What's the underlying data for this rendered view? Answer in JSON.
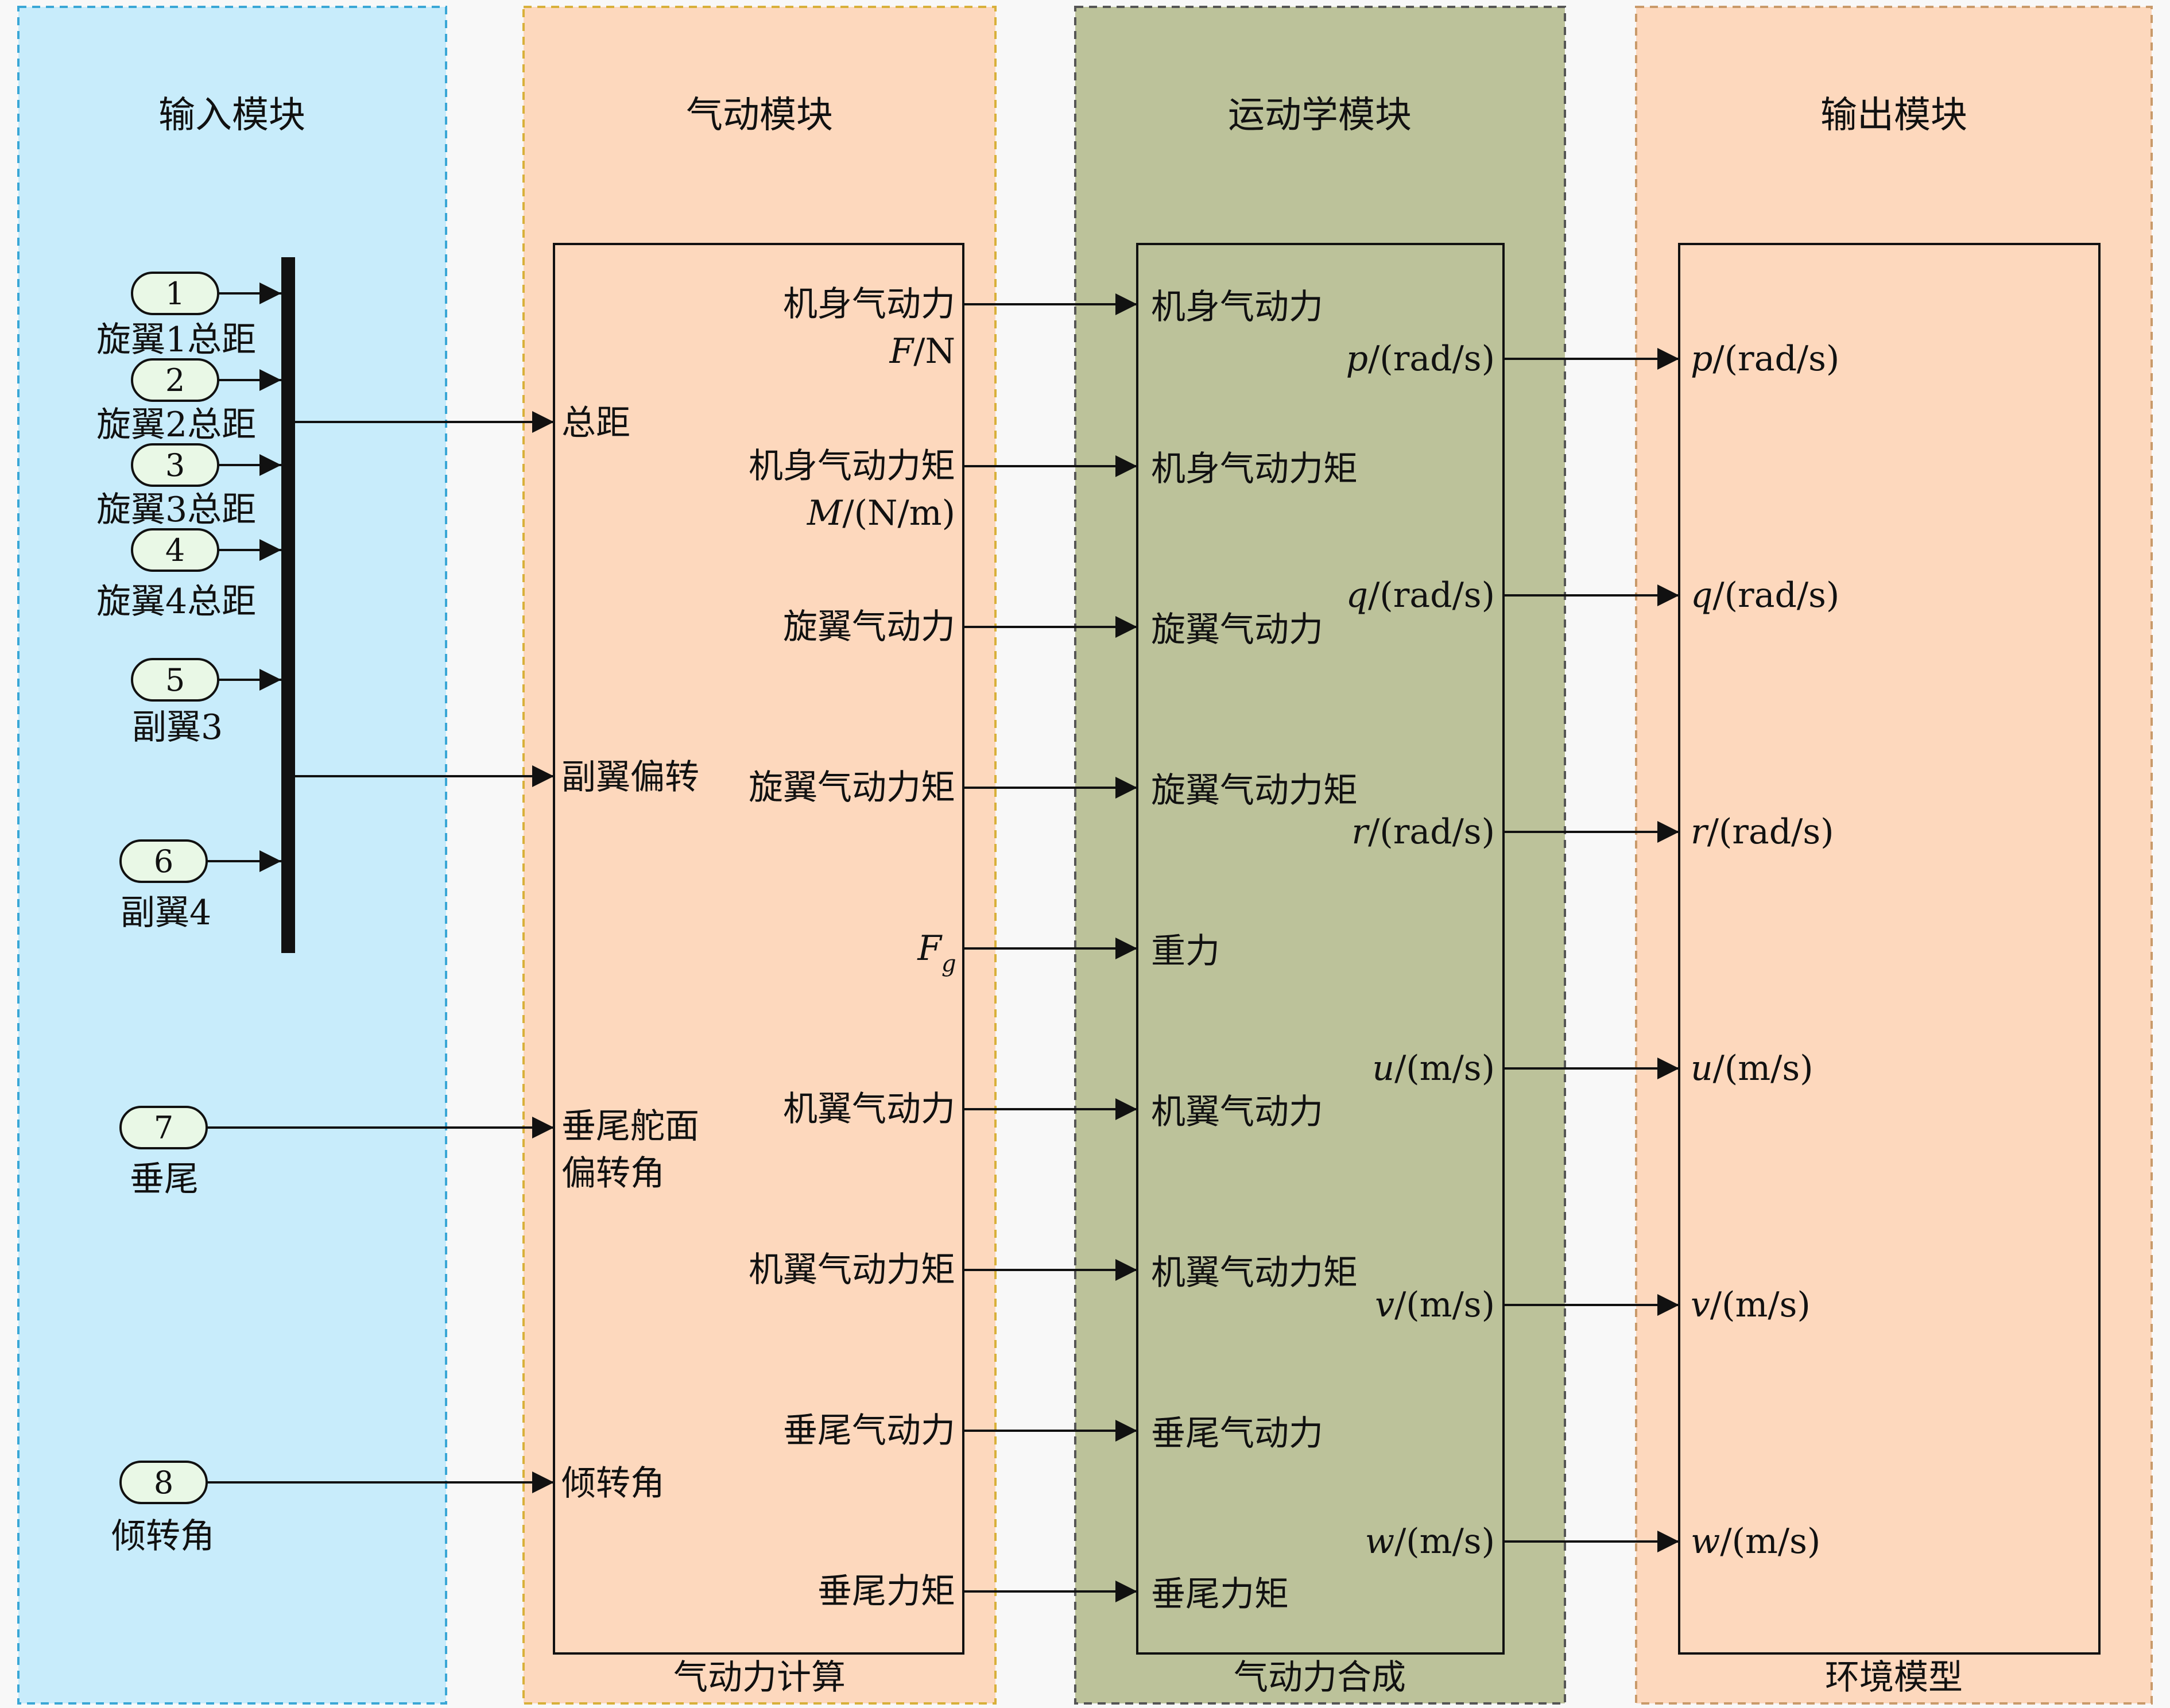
{
  "colors": {
    "page": "#f8f8f8",
    "input_panel": "#c8ecfb",
    "aero_panel": "#fdd8bd",
    "kin_panel": "#bcc29a",
    "out_panel": "#fdd8bd",
    "line": "#111111"
  },
  "panels": {
    "input": {
      "title": "输入模块"
    },
    "aero": {
      "title": "气动模块",
      "block_label": "气动力计算"
    },
    "kin": {
      "title": "运动学模块",
      "block_label": "气动力合成"
    },
    "out": {
      "title": "输出模块",
      "block_label": "环境模型"
    }
  },
  "inports": [
    {
      "num": "1",
      "label": "旋翼1总距"
    },
    {
      "num": "2",
      "label": "旋翼2总距"
    },
    {
      "num": "3",
      "label": "旋翼3总距"
    },
    {
      "num": "4",
      "label": "旋翼4总距"
    },
    {
      "num": "5",
      "label": "副翼3"
    },
    {
      "num": "6",
      "label": "副翼4"
    },
    {
      "num": "7",
      "label": "垂尾"
    },
    {
      "num": "8",
      "label": "倾转角"
    }
  ],
  "aero_inputs": {
    "collective": "总距",
    "aileron": "副翼偏转",
    "rudder_l1": "垂尾舵面",
    "rudder_l2": "偏转角",
    "tilt": "倾转角"
  },
  "aero_outputs": {
    "fuse_force": "机身气动力",
    "fuse_force_sym": "F",
    "fuse_force_unit": "/N",
    "fuse_moment": "机身气动力矩",
    "fuse_moment_sym": "M",
    "fuse_moment_unit": "/(N/m)",
    "rotor_force": "旋翼气动力",
    "rotor_moment": "旋翼气动力矩",
    "gravity_sym": "F",
    "gravity_sub": "g",
    "wing_force": "机翼气动力",
    "wing_moment": "机翼气动力矩",
    "tail_force": "垂尾气动力",
    "tail_moment": "垂尾力矩"
  },
  "kin_inputs": {
    "fuse_force": "机身气动力",
    "fuse_moment": "机身气动力矩",
    "rotor_force": "旋翼气动力",
    "rotor_moment": "旋翼气动力矩",
    "gravity": "重力",
    "wing_force": "机翼气动力",
    "wing_moment": "机翼气动力矩",
    "tail_force": "垂尾气动力",
    "tail_moment": "垂尾力矩"
  },
  "states": [
    {
      "sym": "p",
      "unit": "/(rad/s)"
    },
    {
      "sym": "q",
      "unit": "/(rad/s)"
    },
    {
      "sym": "r",
      "unit": "/(rad/s)"
    },
    {
      "sym": "u",
      "unit": "/(m/s)"
    },
    {
      "sym": "v",
      "unit": "/(m/s)"
    },
    {
      "sym": "w",
      "unit": "/(m/s)"
    }
  ]
}
